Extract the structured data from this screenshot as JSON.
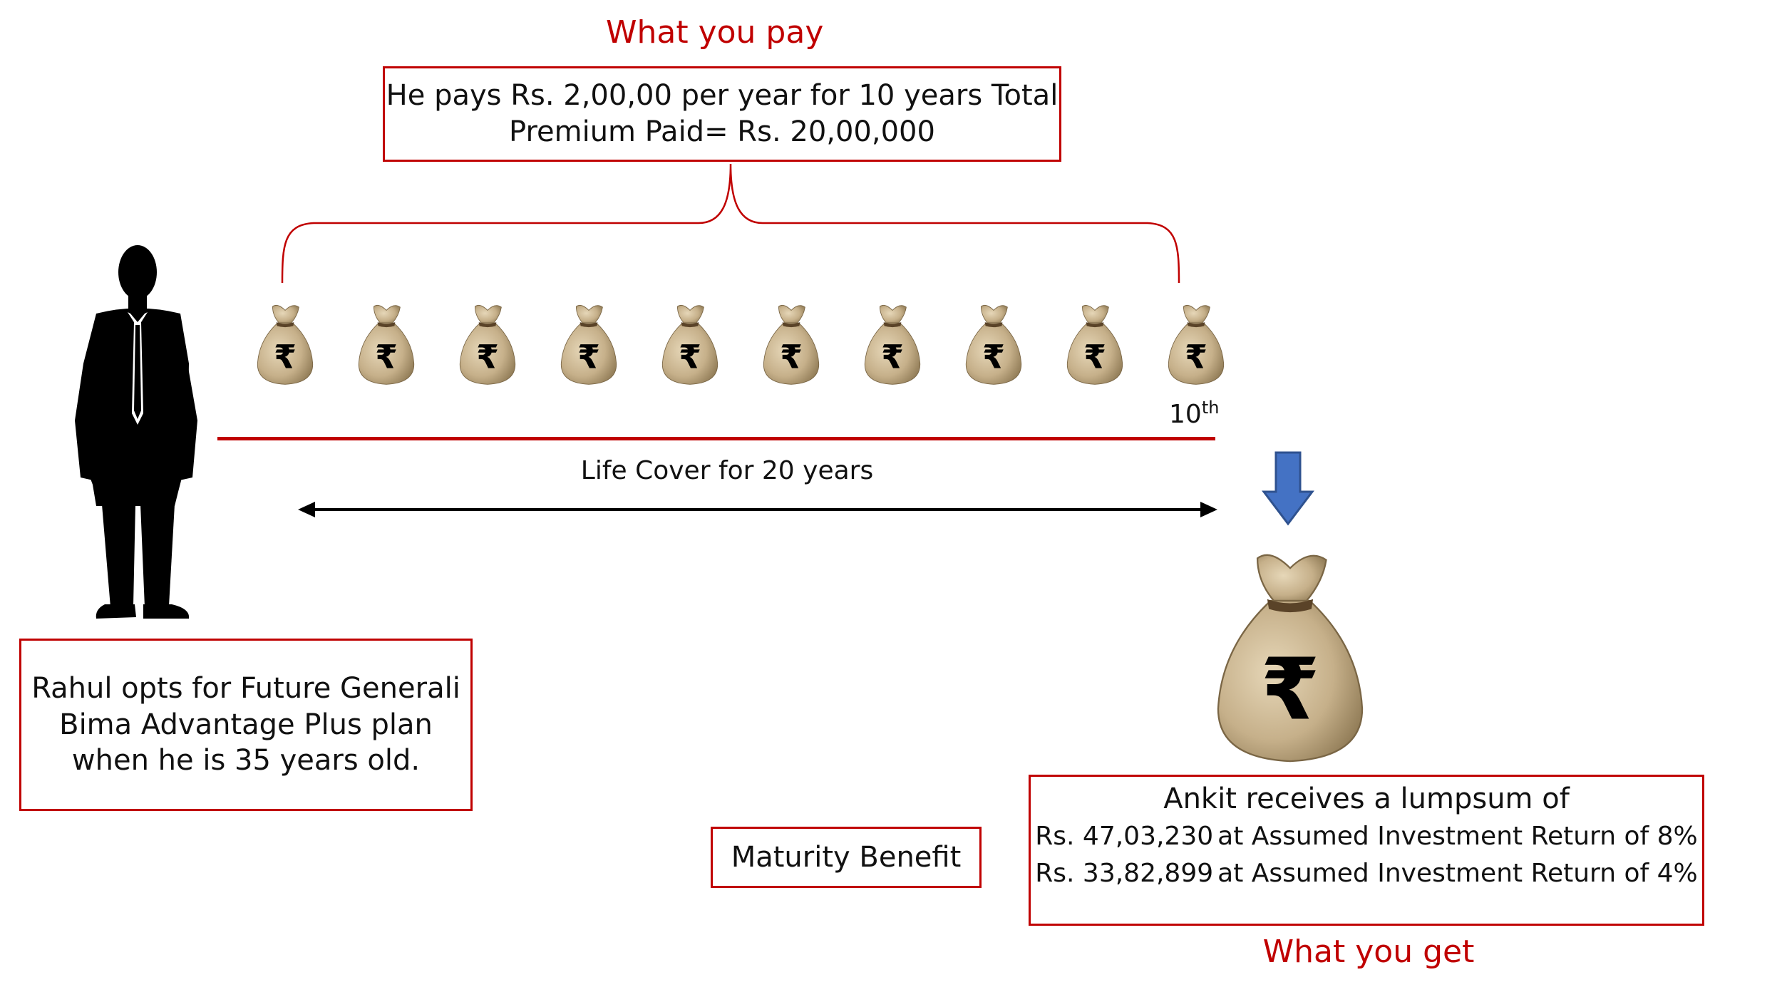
{
  "headings": {
    "pay": "What you pay",
    "get": "What you get"
  },
  "premium_box": {
    "line1": "He pays Rs. 2,00,00 per year for 10 years Total",
    "line2": "Premium Paid= Rs. 20,00,000"
  },
  "installment_label": {
    "base": "10",
    "sup": "th"
  },
  "life_cover_label": "Life Cover for 20 years",
  "person_box": {
    "line1": "Rahul opts for Future Generali",
    "line2": "Bima Advantage Plus plan",
    "line3": "when he is 35 years old."
  },
  "maturity_label": "Maturity Benefit",
  "payout_box": {
    "title": "Ankit receives a lumpsum of",
    "rows": [
      {
        "amount": "Rs. 47,03,230",
        "text": "at Assumed Investment Return of 8%"
      },
      {
        "amount": "Rs. 33,82,899",
        "text": "at Assumed Investment Return of 4%"
      }
    ]
  },
  "colors": {
    "accent_red": "#c00000",
    "arrow_blue": "#4472c4",
    "bag": "#c9b590"
  },
  "icons": {
    "person": "businessman-silhouette-icon",
    "bag": "rupee-money-bag-icon",
    "arrow": "blue-down-arrow-icon"
  },
  "premium_bags_count": 10
}
